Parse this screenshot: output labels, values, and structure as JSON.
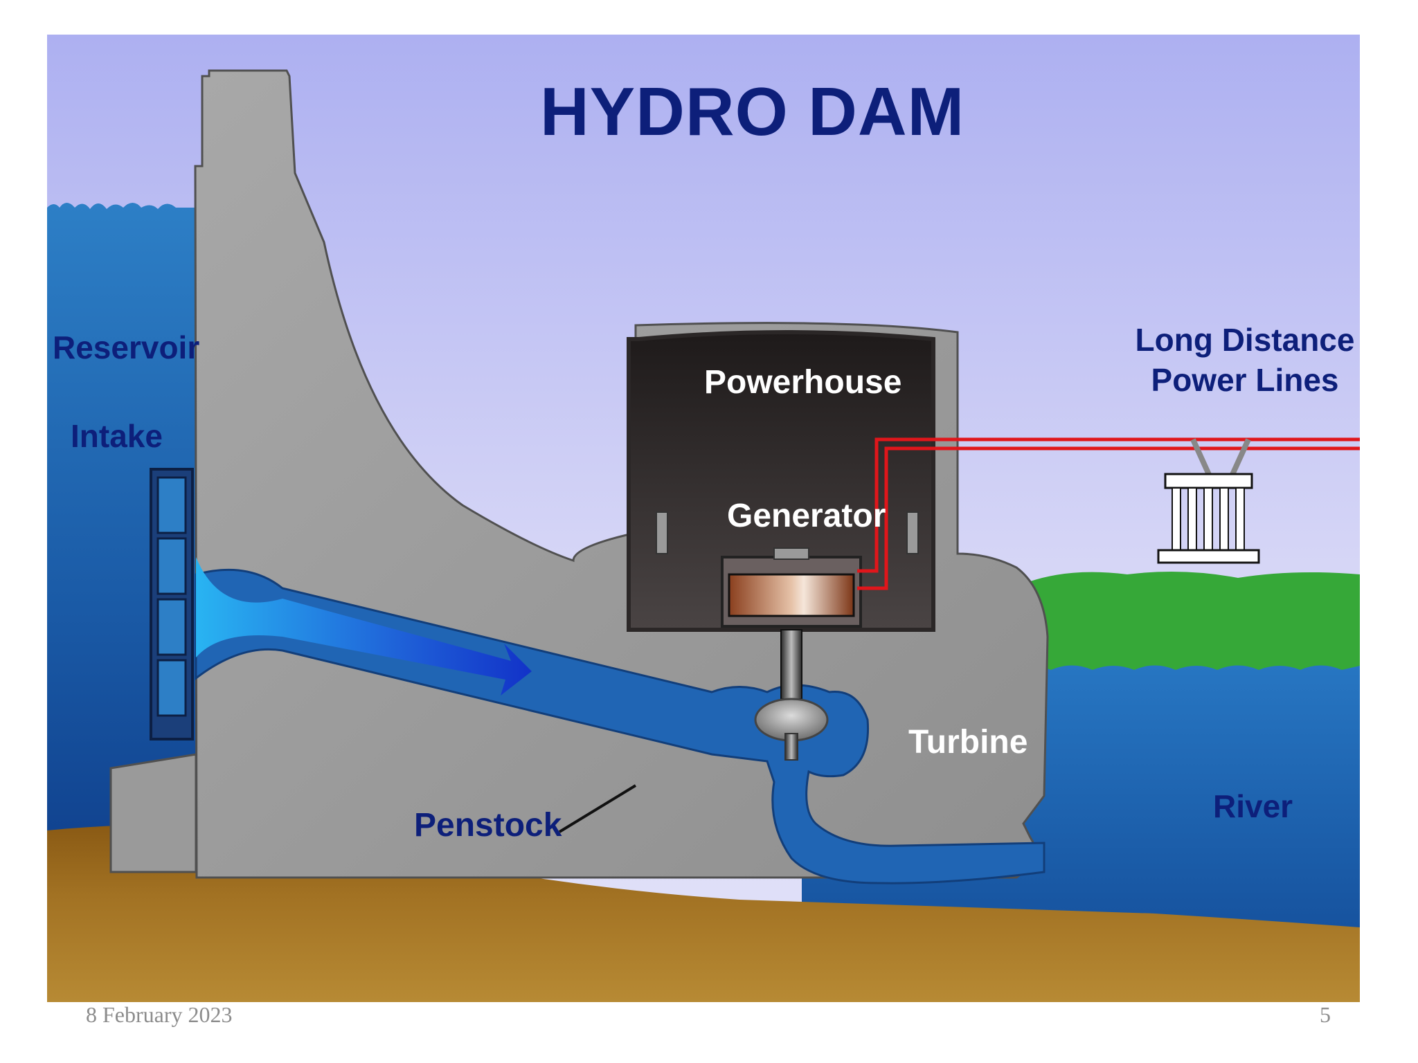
{
  "slide": {
    "title": "HYDRO DAM",
    "labels": {
      "reservoir": "Reservoir",
      "intake": "Intake",
      "powerhouse": "Powerhouse",
      "generator": "Generator",
      "power_lines": [
        "Long Distance",
        "Power Lines"
      ],
      "turbine": "Turbine",
      "penstock": "Penstock",
      "river": "River"
    }
  },
  "footer": {
    "date": "8 February 2023",
    "page_number": "5"
  },
  "colors": {
    "label_text": "#0d1f7a",
    "sky": "#b7bbf3",
    "water": "#1e63aa",
    "concrete": "#9b9b9b",
    "grass": "#35a836",
    "ground": "#9a6c1c",
    "power_line": "#e0161b",
    "generator": "#a0532d"
  }
}
